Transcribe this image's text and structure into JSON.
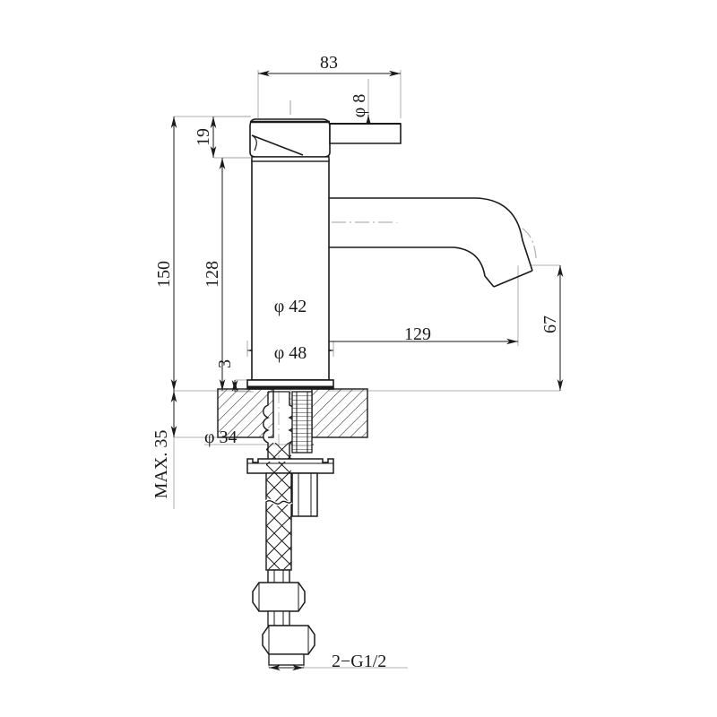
{
  "drawing": {
    "type": "single-lever basin faucet cross-section drawing",
    "units": "mm",
    "projection": "front elevation / sectional view",
    "background_color": "#ffffff",
    "outline_color": "#1a1a1a",
    "centerline_color": "#b5b5b5",
    "dimension_color": "#9a9a9a",
    "text_color": "#1a1a1a"
  },
  "dimensions": {
    "handle_span": "83",
    "lever_thickness": "φ 8",
    "cap_height": "19",
    "body_height": "128",
    "total_height": "150",
    "body_diameter": "φ 42",
    "base_diameter": "φ 48",
    "base_plate_thickness": "3",
    "shank_diameter": "φ 34",
    "spout_reach": "129",
    "spout_height": "67",
    "counter_max": "MAX. 35",
    "thread_callout": "2−G1/2"
  },
  "labels": {
    "d83": "83",
    "d8": "φ 8",
    "d19": "19",
    "d128": "128",
    "d150": "150",
    "d42": "φ 42",
    "d48": "φ 48",
    "d3": "3",
    "d34": "φ 34",
    "d129": "129",
    "d67": "67",
    "dmax35": "MAX. 35",
    "dthread": "2−G1/2"
  }
}
